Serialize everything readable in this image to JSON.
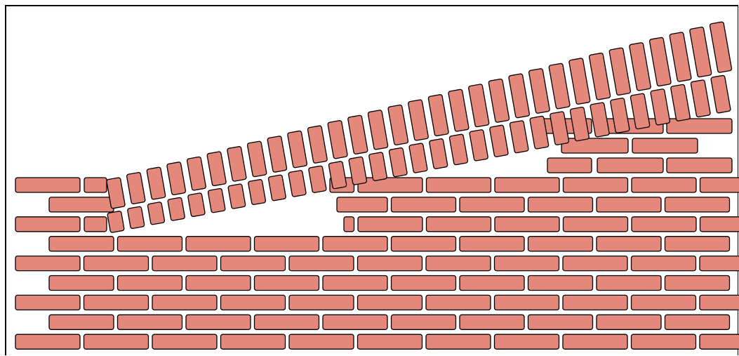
{
  "scene": {
    "subject": "brick-wall-with-sloped-soldier-course",
    "brick_color": "#e4887c",
    "mortar_color": "#ffffff",
    "outline_color": "#000000",
    "horizontal_courses": 9,
    "stepped_courses_right": 3
  }
}
